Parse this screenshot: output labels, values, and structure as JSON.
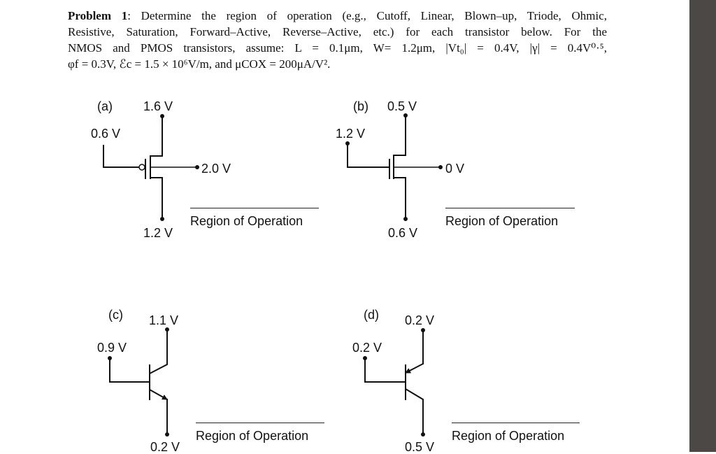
{
  "problem": {
    "heading": "Problem 1",
    "line1": ": Determine the region of operation (e.g., Cutoff, Linear, Blown–up, Triode, Ohmic,",
    "line2": "Resistive, Saturation, Forward–Active, Reverse–Active, etc.) for each transistor below. For the",
    "line3": "NMOS and PMOS transistors, assume: L = 0.1μm, W= 1.2μm, |Vt₀| = 0.4V, |γ| = 0.4V⁰·⁵,",
    "line4": "φf = 0.3V, ℰc = 1.5 × 10⁶V/m, and μCOX = 200μA/V²."
  },
  "circuits": {
    "a": {
      "tag": "(a)",
      "drain": "1.6 V",
      "gate": "0.6 V",
      "body": "2.0 V",
      "source": "1.2 V",
      "region_label": "Region of Operation",
      "type": "PMOS"
    },
    "b": {
      "tag": "(b)",
      "drain": "0.5 V",
      "gate": "1.2 V",
      "body": "0 V",
      "source": "0.6 V",
      "region_label": "Region of Operation",
      "type": "NMOS"
    },
    "c": {
      "tag": "(c)",
      "collector": "1.1 V",
      "base": "0.9 V",
      "emitter": "0.2 V",
      "region_label": "Region of Operation",
      "type": "NPN"
    },
    "d": {
      "tag": "(d)",
      "emitter": "0.2 V",
      "base": "0.2 V",
      "collector": "0.5 V",
      "region_label": "Region of Operation",
      "type": "PNP"
    }
  },
  "colors": {
    "ink": "#111111",
    "scrollbar": "#4b4845"
  }
}
